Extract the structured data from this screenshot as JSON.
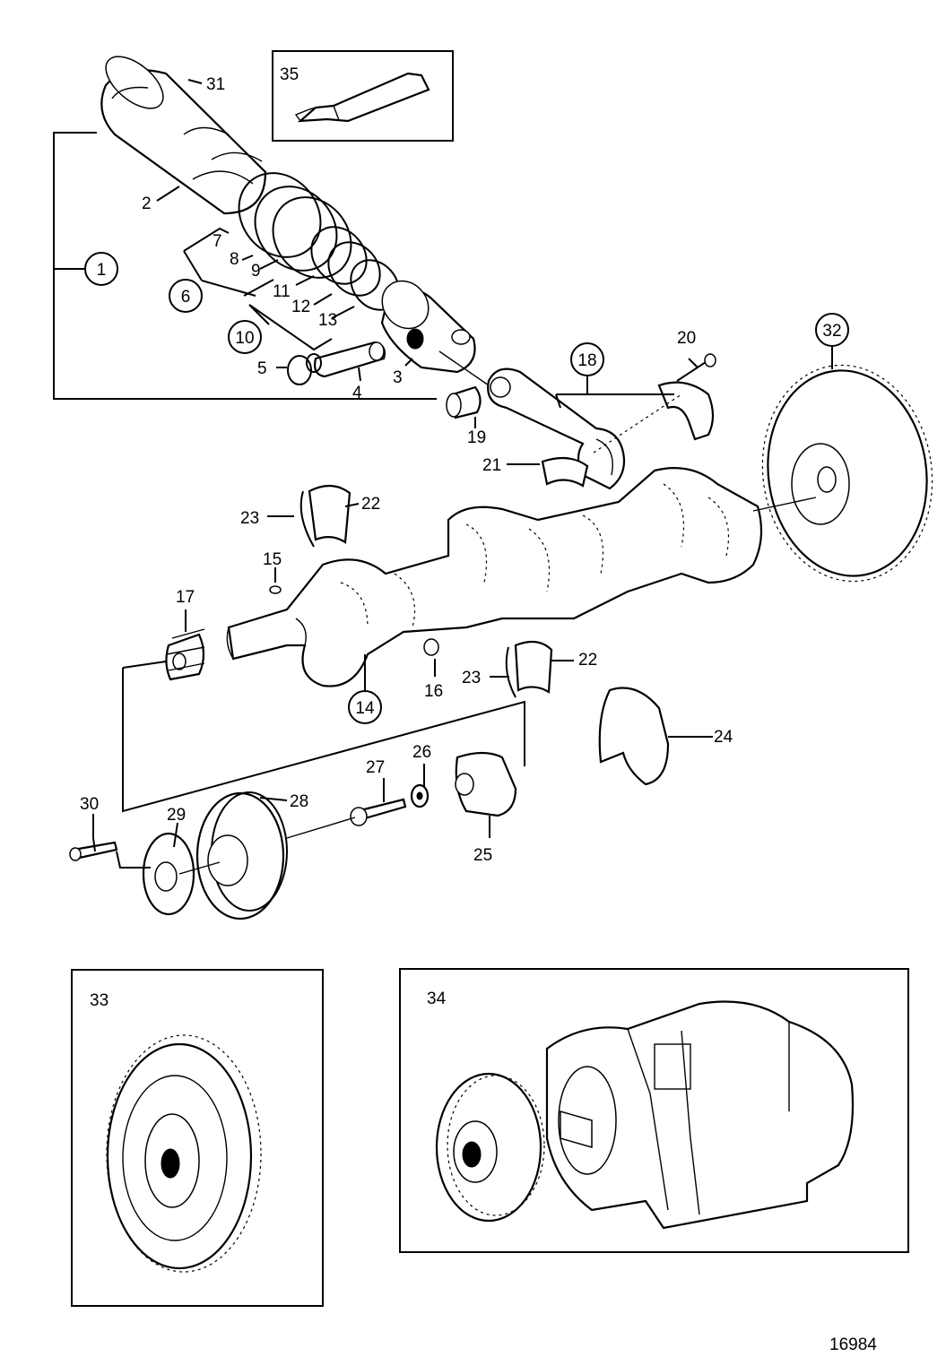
{
  "labels": {
    "l1": "1",
    "l2": "2",
    "l3": "3",
    "l4": "4",
    "l5": "5",
    "l6": "6",
    "l7": "7",
    "l8": "8",
    "l9": "9",
    "l10": "10",
    "l11": "11",
    "l12": "12",
    "l13": "13",
    "l14": "14",
    "l15": "15",
    "l16": "16",
    "l17": "17",
    "l18": "18",
    "l19": "19",
    "l20": "20",
    "l21": "21",
    "l22a": "22",
    "l22b": "22",
    "l23a": "23",
    "l23b": "23",
    "l24": "24",
    "l25": "25",
    "l26": "26",
    "l27": "27",
    "l28": "28",
    "l29": "29",
    "l30": "30",
    "l31": "31",
    "l32": "32",
    "l33": "33",
    "l34": "34",
    "l35": "35"
  },
  "figure_number": "16984"
}
